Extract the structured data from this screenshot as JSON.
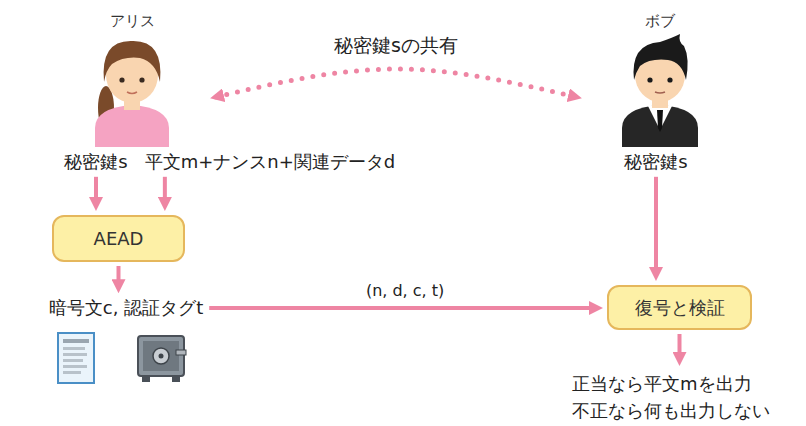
{
  "diagram": {
    "nodes": [
      {
        "text": [
          "アリス"
        ]
      },
      {
        "text": [
          "ボブ"
        ]
      },
      {
        "text": [
          "秘密鍵s"
        ]
      },
      {
        "text": [
          "平文m+ナンスn+関連データd"
        ]
      },
      {
        "text": [
          "秘密鍵s"
        ]
      },
      {
        "text": [
          "AEAD"
        ]
      },
      {
        "text": [
          "暗号文c, 認証タグt"
        ]
      },
      {
        "text": [
          "復号と検証"
        ]
      },
      {
        "text": [
          "正当なら平文mを出力",
          "不正なら何も出力しない"
        ]
      }
    ],
    "edges": [
      {
        "from": 0,
        "to": 1,
        "arrow": "both",
        "label": "秘密鍵sの共有"
      },
      {
        "from": 2,
        "to": 5,
        "arrow": "to"
      },
      {
        "from": 3,
        "to": 5,
        "arrow": "to"
      },
      {
        "from": 5,
        "to": 6,
        "arrow": "to"
      },
      {
        "from": 6,
        "to": 7,
        "arrow": "to",
        "label": "(n, d, c, t)"
      },
      {
        "from": 4,
        "to": 7,
        "arrow": "to"
      },
      {
        "from": 7,
        "to": 8,
        "arrow": "to"
      }
    ]
  }
}
